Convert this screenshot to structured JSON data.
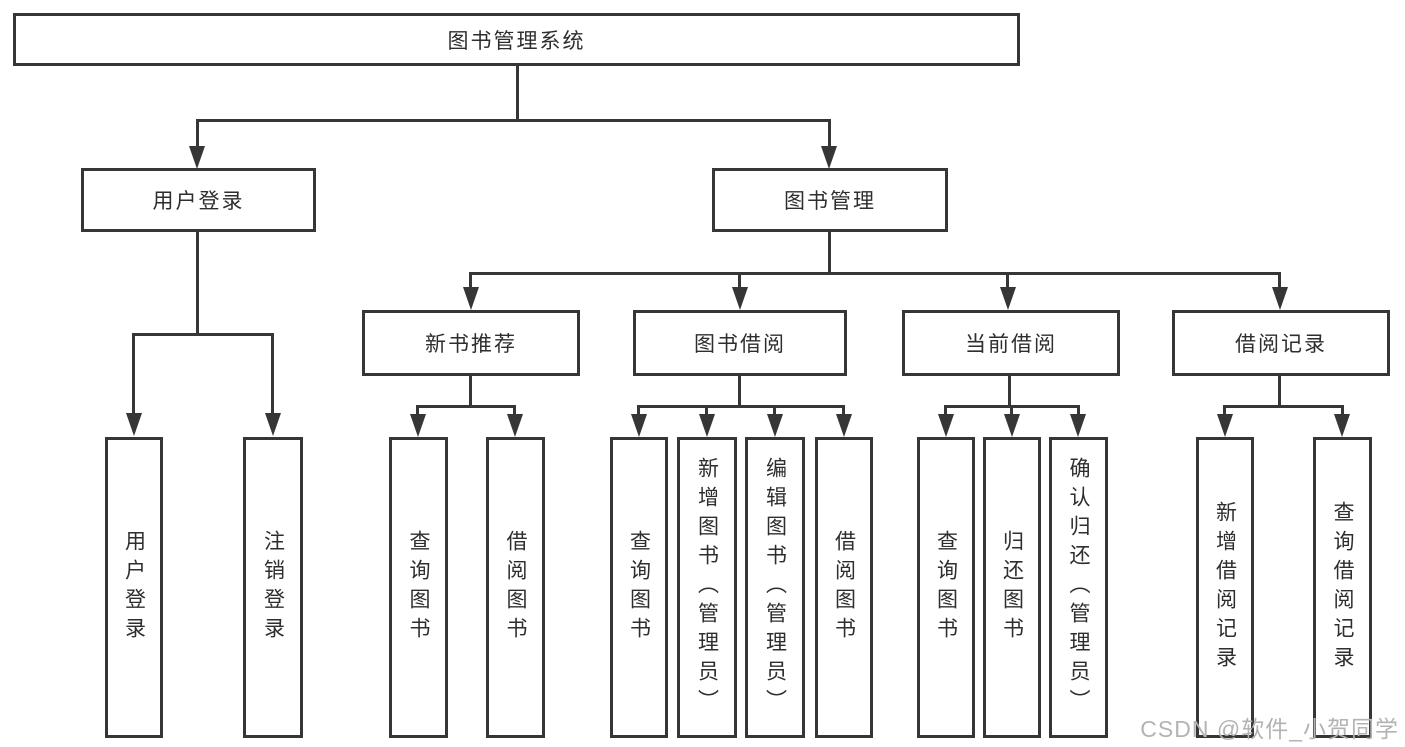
{
  "colors": {
    "line": "#363636",
    "text": "#2e2e2e",
    "watermark": "#b3b3b3",
    "background": "#ffffff"
  },
  "nodes": {
    "root": "图书管理系统",
    "user_login": "用户登录",
    "book_mgmt": "图书管理",
    "new_book_rec": "新书推荐",
    "book_borrow": "图书借阅",
    "current_borrow": "当前借阅",
    "borrow_records": "借阅记录",
    "ul_user_login": "用户登录",
    "ul_logout": "注销登录",
    "nbr_query_book": "查询图书",
    "nbr_borrow_book": "借阅图书",
    "bb_query_book": "查询图书",
    "bb_add_book": "新增图书（管理员）",
    "bb_edit_book": "编辑图书（管理员）",
    "bb_borrow_book": "借阅图书",
    "cb_query_book": "查询图书",
    "cb_return_book": "归还图书",
    "cb_confirm_return": "确认归还（管理员）",
    "br_add_record": "新增借阅记录",
    "br_query_record": "查询借阅记录"
  },
  "hierarchy": {
    "图书管理系统": {
      "用户登录": [
        "用户登录",
        "注销登录"
      ],
      "图书管理": {
        "新书推荐": [
          "查询图书",
          "借阅图书"
        ],
        "图书借阅": [
          "查询图书",
          "新增图书（管理员）",
          "编辑图书（管理员）",
          "借阅图书"
        ],
        "当前借阅": [
          "查询图书",
          "归还图书",
          "确认归还（管理员）"
        ],
        "借阅记录": [
          "新增借阅记录",
          "查询借阅记录"
        ]
      }
    }
  },
  "watermark": "CSDN @软件_小贺同学"
}
